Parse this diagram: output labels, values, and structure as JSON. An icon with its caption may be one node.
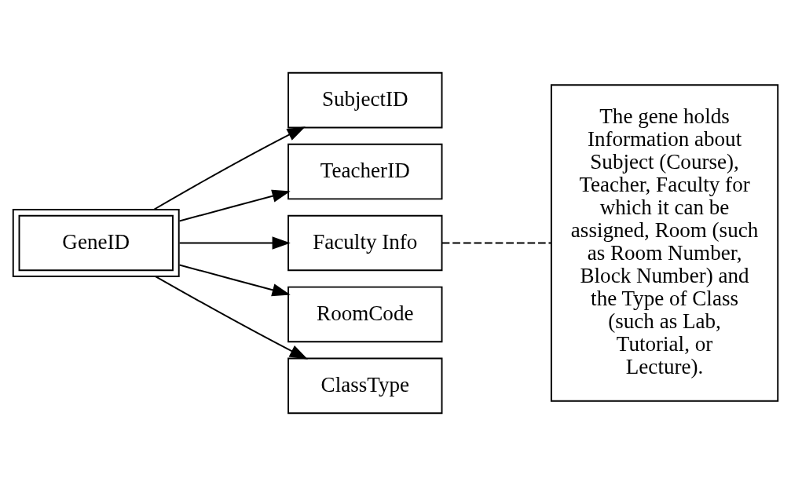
{
  "diagram": {
    "nodes": [
      {
        "text": [
          "GeneID"
        ]
      },
      {
        "text": [
          "SubjectID"
        ]
      },
      {
        "text": [
          "TeacherID"
        ]
      },
      {
        "text": [
          "Faculty Info"
        ]
      },
      {
        "text": [
          "RoomCode"
        ]
      },
      {
        "text": [
          "ClassType"
        ]
      },
      {
        "text": [
          "The gene holds Information about Subject (Course), Teacher, Faculty for which it can be assigned, Room (such as Room Number, Block Number) and the Type of Class (such as Lab, Tutorial, or Lecture)."
        ]
      }
    ],
    "edges": [
      {
        "from": 0,
        "to": 1,
        "arrow": "to"
      },
      {
        "from": 0,
        "to": 2,
        "arrow": "to"
      },
      {
        "from": 0,
        "to": 3,
        "arrow": "to"
      },
      {
        "from": 0,
        "to": 4,
        "arrow": "to"
      },
      {
        "from": 0,
        "to": 5,
        "arrow": "to"
      },
      {
        "from": 3,
        "to": 6,
        "arrow": "none",
        "style": "dashed"
      }
    ]
  }
}
